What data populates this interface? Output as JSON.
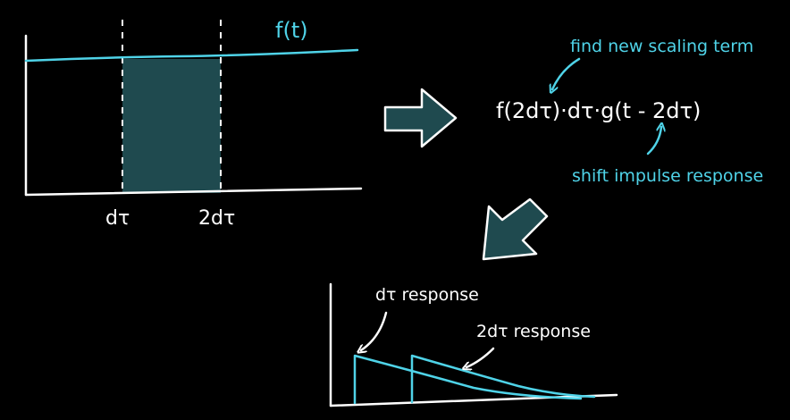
{
  "colors": {
    "background": "#000000",
    "ink": "#ffffff",
    "signal": "#4fd3e8",
    "fill": "#1f4a4f",
    "arrow_fill": "#1f4a4f"
  },
  "input_plot": {
    "function_label": "f(t)",
    "tick_labels": [
      "dτ",
      "2dτ"
    ]
  },
  "formula": {
    "text": "f(2dτ)·dτ·g(t - 2dτ)"
  },
  "annotations": {
    "scaling": "find new scaling term",
    "shift": "shift impulse response"
  },
  "response_plot": {
    "labels": [
      "dτ response",
      "2dτ response"
    ]
  }
}
